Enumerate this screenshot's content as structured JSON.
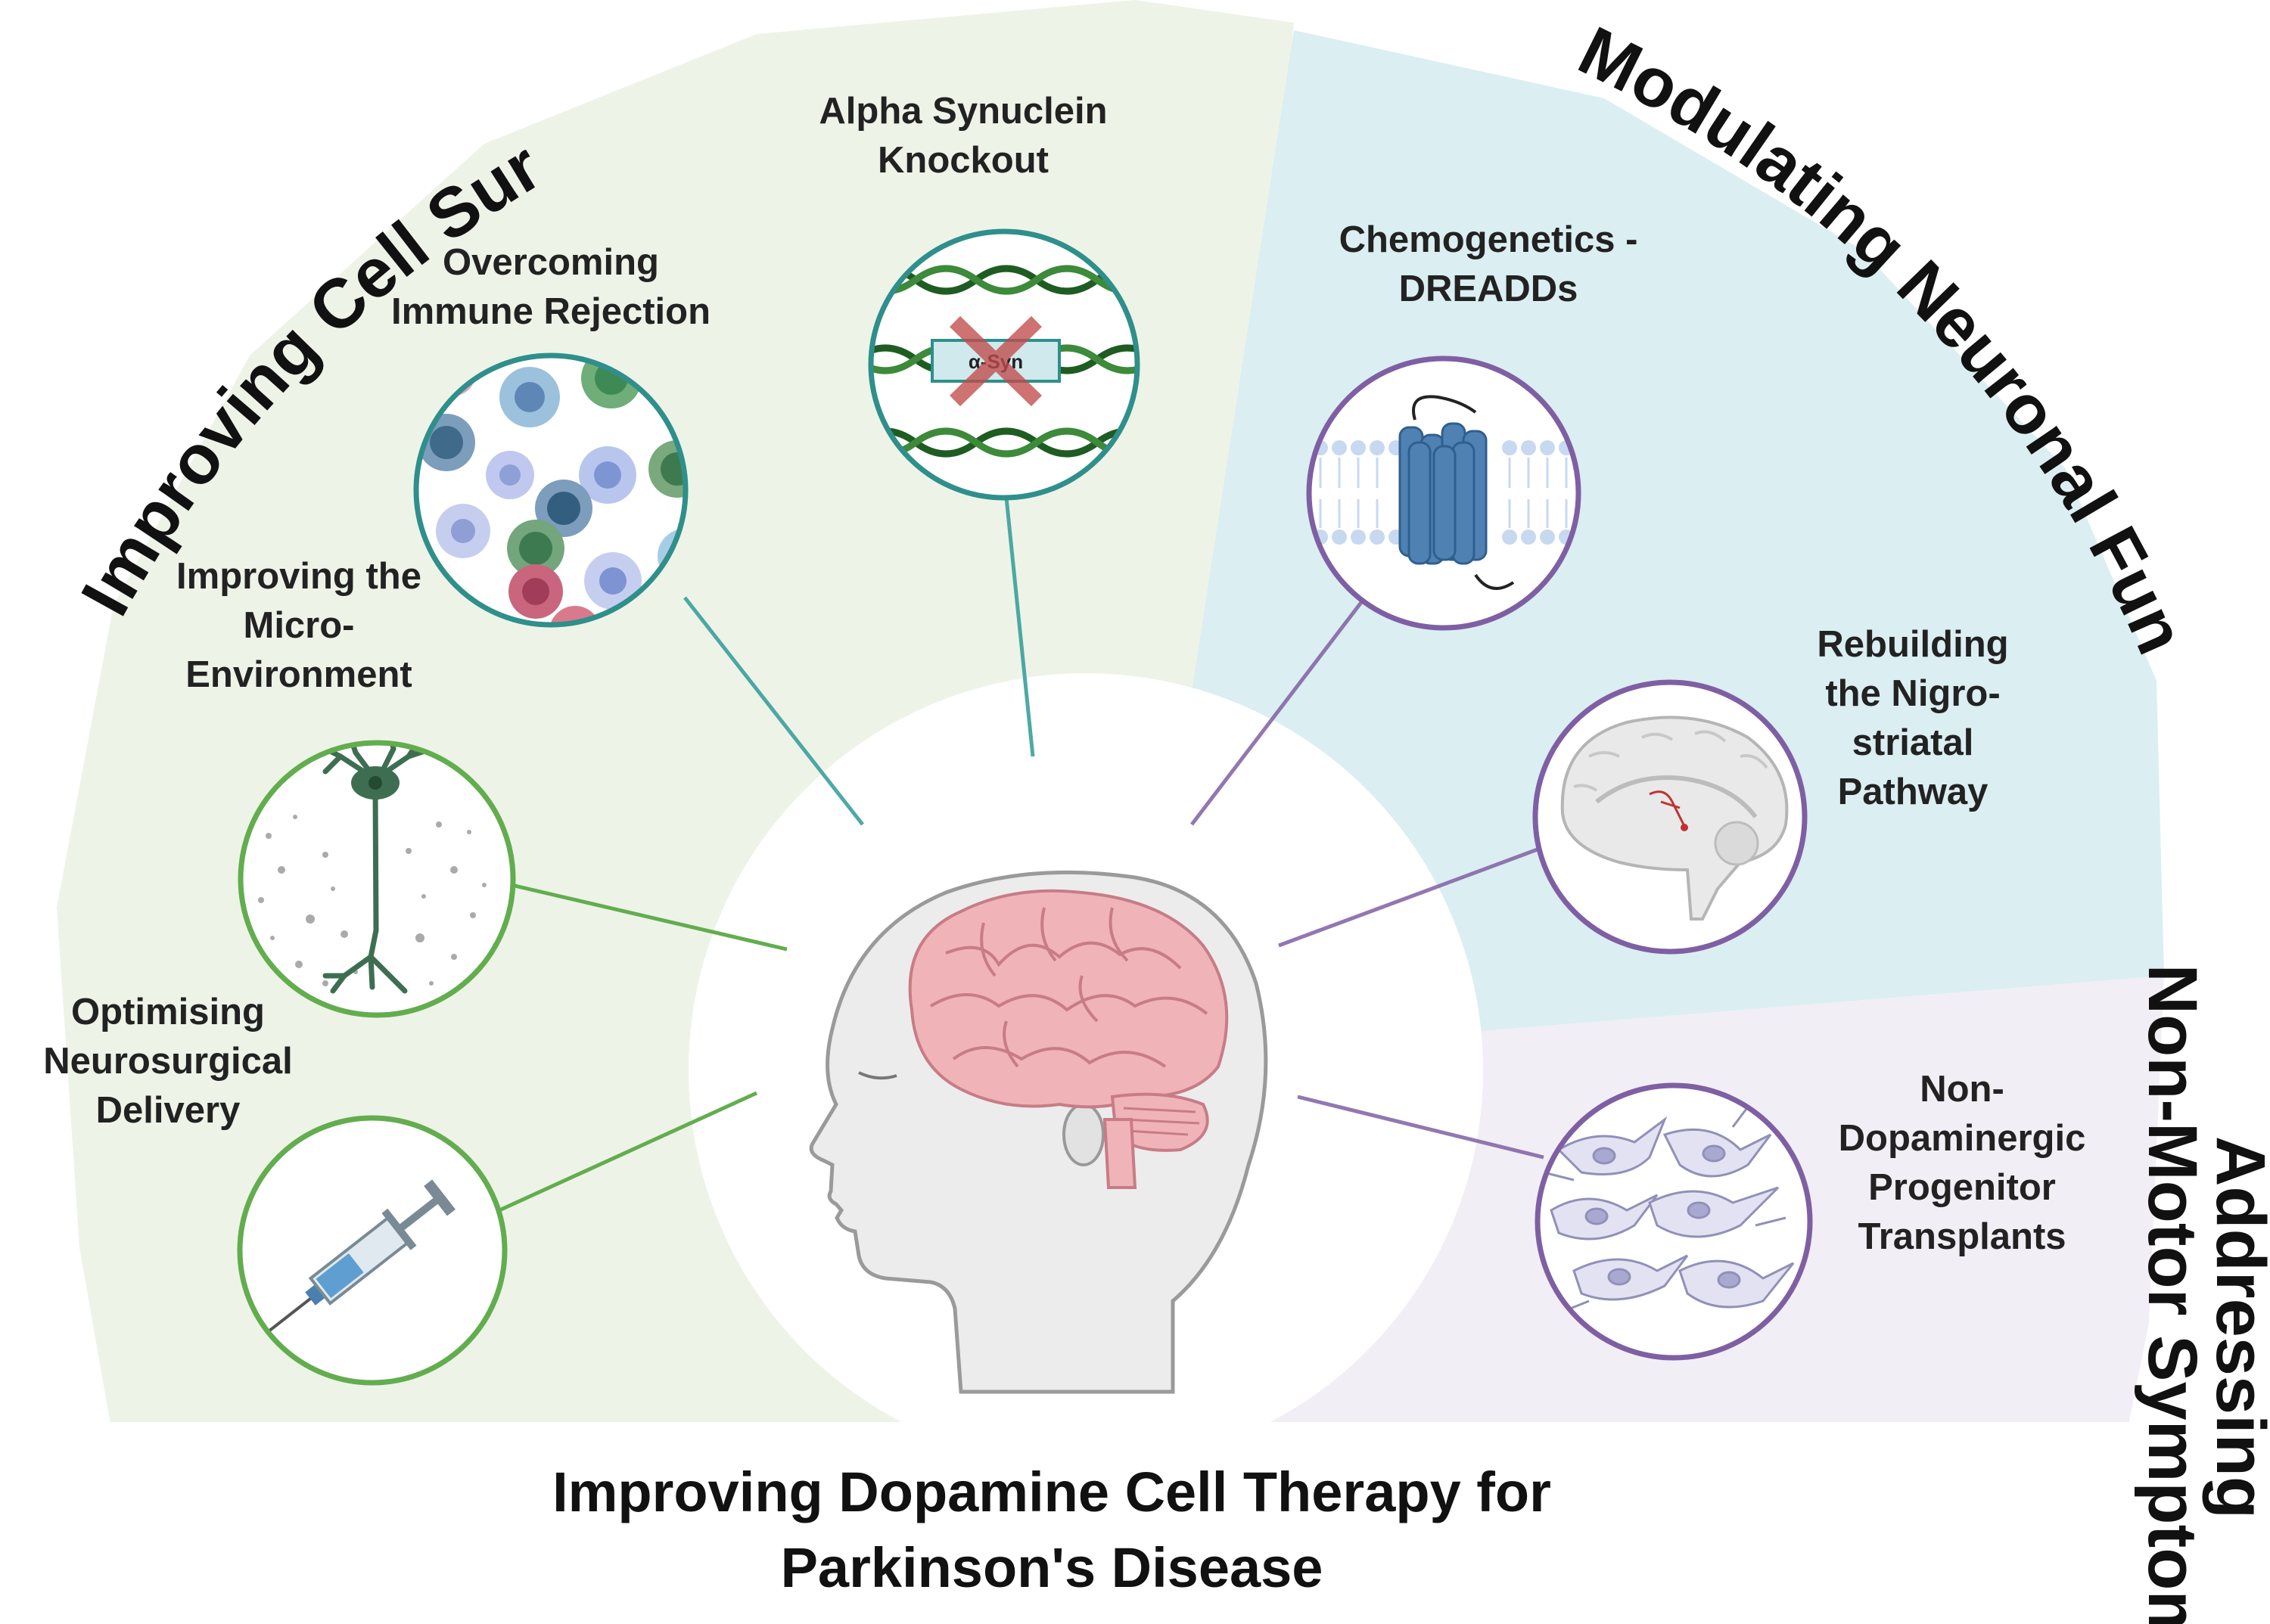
{
  "title": {
    "line1": "Improving Dopamine Cell Therapy for",
    "line2": "Parkinson's Disease"
  },
  "themes": {
    "cell_survival": "Improving Cell Survival",
    "neuronal_function": "Modulating Neuronal Function",
    "non_motor": {
      "line1": "Addressing",
      "line2": "Non-Motor Symptoms"
    }
  },
  "strategies": {
    "alpha_synuclein": [
      "Alpha Synuclein",
      "Knockout"
    ],
    "immune": [
      "Overcoming",
      "Immune Rejection"
    ],
    "microenvironment": [
      "Improving the",
      "Micro-",
      "Environment"
    ],
    "delivery": [
      "Optimising",
      "Neurosurgical",
      "Delivery"
    ],
    "chemogenetics": [
      "Chemogenetics -",
      "DREADDs"
    ],
    "nigrostriatal": [
      "Rebuilding",
      "the Nigro-",
      "striatal",
      "Pathway"
    ],
    "progenitor": [
      "Non-",
      "Dopaminergic",
      "Progenitor",
      "Transplants"
    ]
  },
  "gene_label": "α-Syn",
  "colors": {
    "cell_survival_bg": "#eef3e8",
    "neuronal_function_bg": "#dbeef2",
    "non_motor_bg": "#f2eef5",
    "teal": "#2e9a97",
    "green": "#62ad4e",
    "purple": "#7f5fa3",
    "brain": "#f0b3b8"
  },
  "icons": [
    "immune-cells-icon",
    "dna-knockout-icon",
    "neuron-icon",
    "syringe-icon",
    "gpcr-receptor-icon",
    "brain-sagittal-icon",
    "progenitor-cells-icon",
    "head-brain-icon"
  ]
}
